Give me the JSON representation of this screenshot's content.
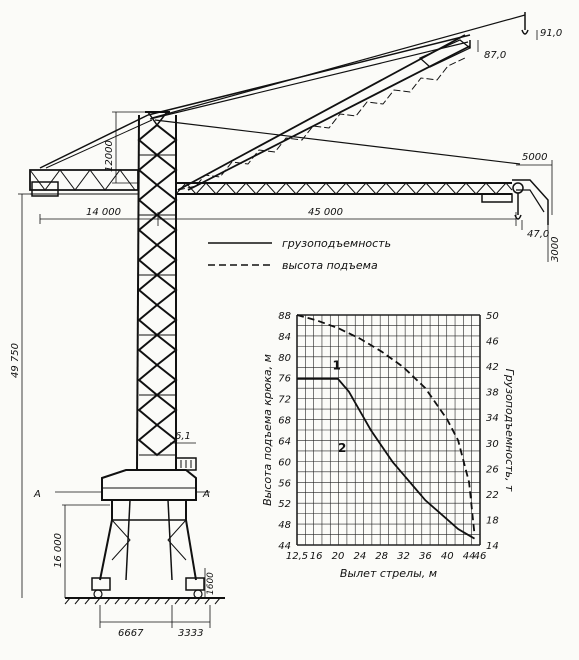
{
  "crane": {
    "dimensions": {
      "hook_high_load": "91,0",
      "hook_high_height": "87,0",
      "tie_height": "12000",
      "jib_end_width": "5000",
      "counter_jib": "14 000",
      "jib_length": "45 000",
      "hook_low_height": "47,0",
      "hook_drop": "3000",
      "total_height": "49 750",
      "cab_offset": "6,1",
      "portal_height": "16 000",
      "base_height": "1600",
      "track_left": "6667",
      "track_right": "3333",
      "section_mark": "A"
    }
  },
  "legend": {
    "capacity_label": "грузоподъемность",
    "height_label": "высота подъема"
  },
  "chart_data": {
    "type": "line",
    "xlabel": "Вылет стрелы, м",
    "ylabel_left": "Высота подъема крюка, м",
    "ylabel_right": "Грузоподъемность, т",
    "x_ticks": [
      "12,5",
      "16",
      "20",
      "24",
      "28",
      "32",
      "36",
      "40",
      "44",
      "46"
    ],
    "y_left_ticks": [
      "44",
      "48",
      "52",
      "56",
      "60",
      "64",
      "68",
      "72",
      "76",
      "80",
      "84",
      "88"
    ],
    "y_right_ticks": [
      "14",
      "18",
      "22",
      "26",
      "30",
      "34",
      "38",
      "42",
      "46",
      "50"
    ],
    "xlim": [
      12.5,
      46
    ],
    "ylim_left": [
      44,
      88
    ],
    "ylim_right": [
      14,
      50
    ],
    "series": [
      {
        "name": "1",
        "style": "solid",
        "axis": "right",
        "x": [
          12.5,
          20,
          22,
          24,
          26,
          28,
          30,
          32,
          34,
          36,
          38,
          40,
          42,
          44,
          45
        ],
        "y": [
          40,
          40,
          38,
          35,
          32,
          29.5,
          27,
          25,
          23,
          21,
          19.5,
          18,
          16.5,
          15.5,
          15
        ]
      },
      {
        "name": "2",
        "style": "dashed",
        "axis": "left",
        "x": [
          12.5,
          16,
          20,
          24,
          28,
          32,
          36,
          40,
          42,
          44,
          45
        ],
        "y": [
          88,
          87,
          85.5,
          83.5,
          81,
          78,
          74,
          68,
          64,
          56,
          46
        ]
      }
    ]
  }
}
